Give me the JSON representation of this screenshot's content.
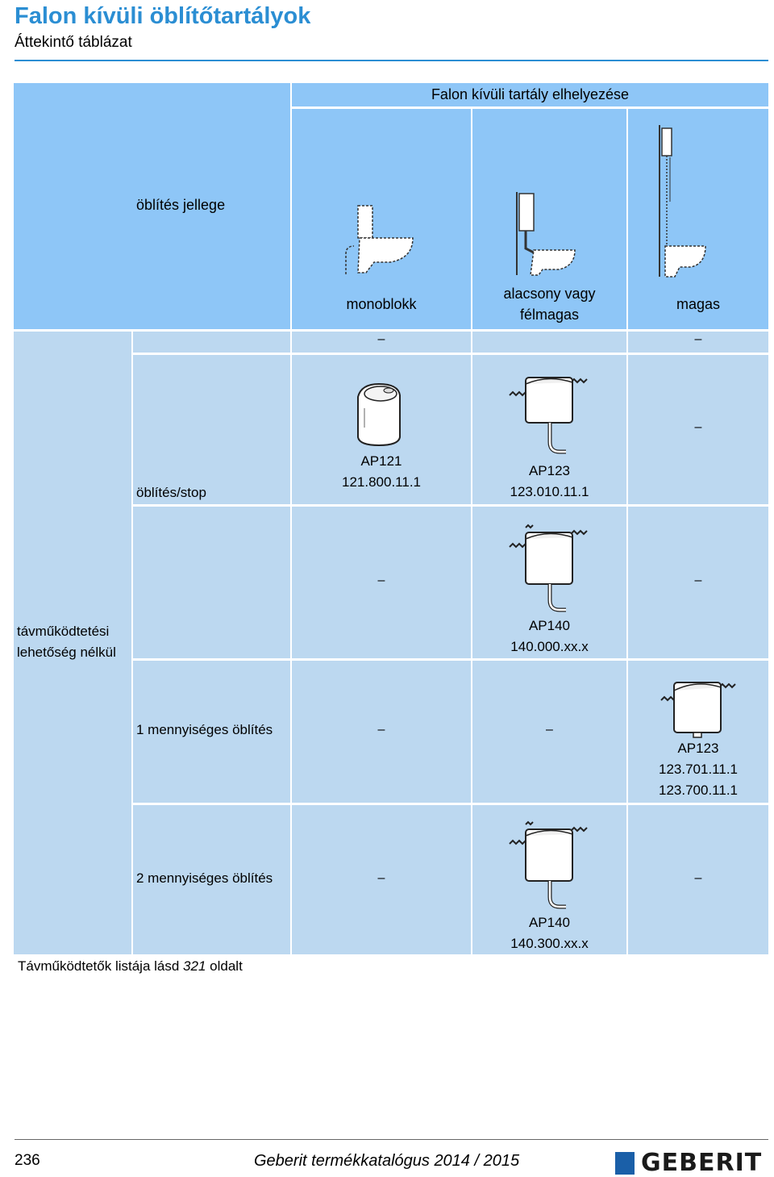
{
  "header": {
    "title": "Falon kívüli öblítőtartályok",
    "subtitle": "Áttekintő táblázat"
  },
  "table": {
    "column_group": "Falon kívüli tartály elhelyezése",
    "row_header_label": "öblítés jellege",
    "columns": [
      "monoblokk",
      "alacsony vagy\nfélmagas",
      "magas"
    ],
    "side_label": "távműködtetési\nlehetőség nélkül",
    "rows": [
      {
        "label": "öblítés/stop",
        "cells": [
          {
            "name": "AP121",
            "code": "121.800.11.1"
          },
          {
            "name": "AP123",
            "code": "123.010.11.1"
          },
          {
            "dash": "–"
          }
        ]
      },
      {
        "label": "",
        "cells": [
          {
            "dash": "–"
          },
          {
            "name": "AP140",
            "code": "140.000.xx.x"
          },
          {
            "dash": "–"
          }
        ]
      },
      {
        "label": "1 mennyiséges öblítés",
        "cells": [
          {
            "dash": "–"
          },
          {
            "dash": "–"
          },
          {
            "name": "AP123",
            "code": "123.701.11.1\n123.700.11.1"
          }
        ]
      },
      {
        "label": "2 mennyiséges öblítés",
        "cells": [
          {
            "dash": "–"
          },
          {
            "name": "AP140",
            "code": "140.300.xx.x"
          },
          {
            "dash": "–"
          }
        ]
      }
    ],
    "top_dashes": [
      "–",
      "–"
    ]
  },
  "footnote": {
    "text_before": "Távműködtetők listája lásd ",
    "page_ref": "321",
    "text_after": " oldalt"
  },
  "footer": {
    "page_number": "236",
    "catalog": "Geberit termékkatalógus 2014 / 2015",
    "brand": "GEBERIT"
  },
  "colors": {
    "title": "#2b8ed3",
    "header_fill": "#8ec6f7",
    "body_fill": "#bcd8f0",
    "logo_square": "#1a5fa8"
  }
}
